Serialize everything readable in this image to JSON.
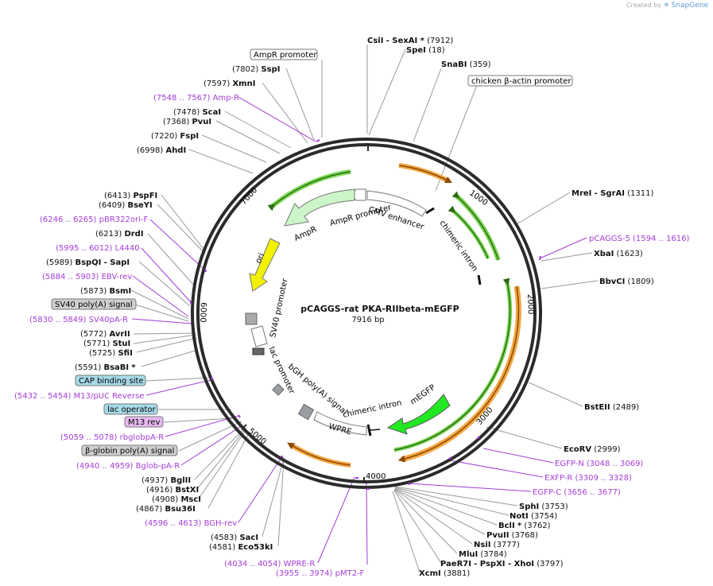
{
  "credit": {
    "prefix": "Created by",
    "brand": "SnapGene"
  },
  "plasmid": {
    "name": "pCAGGS-rat PKA-RIIbeta-mEGFP",
    "length_label": "7916 bp",
    "length": 7916
  },
  "boxed_labels": [
    {
      "text": "AmpR promoter",
      "bg": "#ffffff",
      "side": "top"
    },
    {
      "text": "chicken β-actin promoter",
      "bg": "#ffffff",
      "side": "top"
    },
    {
      "text": "SV40 poly(A) signal",
      "bg": "#cfcfcf",
      "side": "left"
    },
    {
      "text": "CAP binding site",
      "bg": "#a7dbe8",
      "side": "left"
    },
    {
      "text": "lac operator",
      "bg": "#a7dbe8",
      "side": "left"
    },
    {
      "text": "M13 rev",
      "bg": "#e6b8f0",
      "side": "left"
    },
    {
      "text": "β-globin poly(A) signal",
      "bg": "#cfcfcf",
      "side": "left"
    }
  ],
  "left_sites": [
    {
      "pos": "(7802)",
      "name": "SspI"
    },
    {
      "pos": "(7597)",
      "name": "XmnI"
    },
    {
      "pos": "(7548 .. 7567)",
      "name": "Amp-R",
      "primer": true
    },
    {
      "pos": "(7478)",
      "name": "ScaI"
    },
    {
      "pos": "(7368)",
      "name": "PvuI"
    },
    {
      "pos": "(7220)",
      "name": "FspI"
    },
    {
      "pos": "(6998)",
      "name": "AhdI"
    },
    {
      "pos": "(6413)",
      "name": "PspFI"
    },
    {
      "pos": "(6409)",
      "name": "BseYI"
    },
    {
      "pos": "(6246 .. 6265)",
      "name": "pBR322ori-F",
      "primer": true
    },
    {
      "pos": "(6213)",
      "name": "DrdI"
    },
    {
      "pos": "(5995 .. 6012)",
      "name": "L4440",
      "primer": true
    },
    {
      "pos": "(5989)",
      "name": "BspQI",
      "extra": "- SapI"
    },
    {
      "pos": "(5884 .. 5903)",
      "name": "EBV-rev",
      "primer": true
    },
    {
      "pos": "(5873)",
      "name": "BsmI"
    },
    {
      "pos": "(5830 .. 5849)",
      "name": "SV40pA-R",
      "primer": true
    },
    {
      "pos": "(5772)",
      "name": "AvrII"
    },
    {
      "pos": "(5771)",
      "name": "StuI"
    },
    {
      "pos": "(5725)",
      "name": "SfiI"
    },
    {
      "pos": "(5591)",
      "name": "BsaBI",
      "star": "*"
    },
    {
      "pos": "(5432 .. 5454)",
      "name": "M13/pUC Reverse",
      "primer": true
    },
    {
      "pos": "(5059 .. 5078)",
      "name": "rbglobpA-R",
      "primer": true
    },
    {
      "pos": "(4940 .. 4959)",
      "name": "Bglob-pA-R",
      "primer": true
    },
    {
      "pos": "(4937)",
      "name": "BglII"
    },
    {
      "pos": "(4916)",
      "name": "BstXI"
    },
    {
      "pos": "(4908)",
      "name": "MscI"
    },
    {
      "pos": "(4867)",
      "name": "Bsu36I"
    },
    {
      "pos": "(4596 .. 4613)",
      "name": "BGH-rev",
      "primer": true
    },
    {
      "pos": "(4583)",
      "name": "SacI"
    },
    {
      "pos": "(4581)",
      "name": "Eco53kI"
    },
    {
      "pos": "(4034 .. 4054)",
      "name": "WPRE-R",
      "primer": true
    },
    {
      "pos": "(3955 .. 3974)",
      "name": "pMT2-F",
      "primer": true
    }
  ],
  "right_sites": [
    {
      "name": "CsiI",
      "extra": "- SexAI *",
      "pos": "(7912)"
    },
    {
      "name": "SpeI",
      "pos": "(18)"
    },
    {
      "name": "SnaBI",
      "pos": "(359)"
    },
    {
      "name": "MreI",
      "extra": "- SgrAI",
      "pos": "(1311)"
    },
    {
      "name": "pCAGGS-5",
      "pos": "(1594 .. 1616)",
      "primer": true
    },
    {
      "name": "XbaI",
      "pos": "(1623)"
    },
    {
      "name": "BbvCI",
      "pos": "(1809)"
    },
    {
      "name": "BstEII",
      "pos": "(2489)"
    },
    {
      "name": "EcoRV",
      "pos": "(2999)"
    },
    {
      "name": "EGFP-N",
      "pos": "(3048 .. 3069)",
      "primer": true
    },
    {
      "name": "EXFP-R",
      "pos": "(3309 .. 3328)",
      "primer": true
    },
    {
      "name": "EGFP-C",
      "pos": "(3656 .. 3677)",
      "primer": true
    },
    {
      "name": "SphI",
      "pos": "(3753)"
    },
    {
      "name": "NotI",
      "pos": "(3754)"
    },
    {
      "name": "BclI",
      "extra": "*",
      "pos": "(3762)"
    },
    {
      "name": "PvuII",
      "pos": "(3768)"
    },
    {
      "name": "NsiI",
      "pos": "(3777)"
    },
    {
      "name": "MluI",
      "pos": "(3784)"
    },
    {
      "name": "PaeR7I",
      "extra": "- PspXI  - XhoI",
      "pos": "(3797)"
    },
    {
      "name": "XcmI",
      "pos": "(3881)"
    }
  ],
  "ticks": [
    "1000",
    "2000",
    "3000",
    "4000",
    "5000",
    "6000",
    "7000"
  ],
  "features": [
    {
      "label": "CMV enhancer",
      "color": "#ffffff"
    },
    {
      "label": "chimeric intron",
      "color": "#111111"
    },
    {
      "label": "AmpR promoter",
      "color": "#ffffff"
    },
    {
      "label": "AmpR",
      "color": "#ccf5c8"
    },
    {
      "label": "ori",
      "color": "#f2f200"
    },
    {
      "label": "SV40 promoter",
      "color": "#ffffff"
    },
    {
      "label": "lac promoter",
      "color": "#ffffff"
    },
    {
      "label": "bGH poly(A) signal",
      "color": "#9a9ea3"
    },
    {
      "label": "chimeric intron",
      "color": "#111111"
    },
    {
      "label": "WPRE",
      "color": "#ffffff"
    },
    {
      "label": "mEGFP",
      "color": "#22e822"
    }
  ],
  "colors": {
    "backbone": "#2b2b2b",
    "primer": "#a43dd6",
    "orf_orange": "#f4a640",
    "orf_green": "#7ed957",
    "feature_green": "#ccf5c8"
  }
}
